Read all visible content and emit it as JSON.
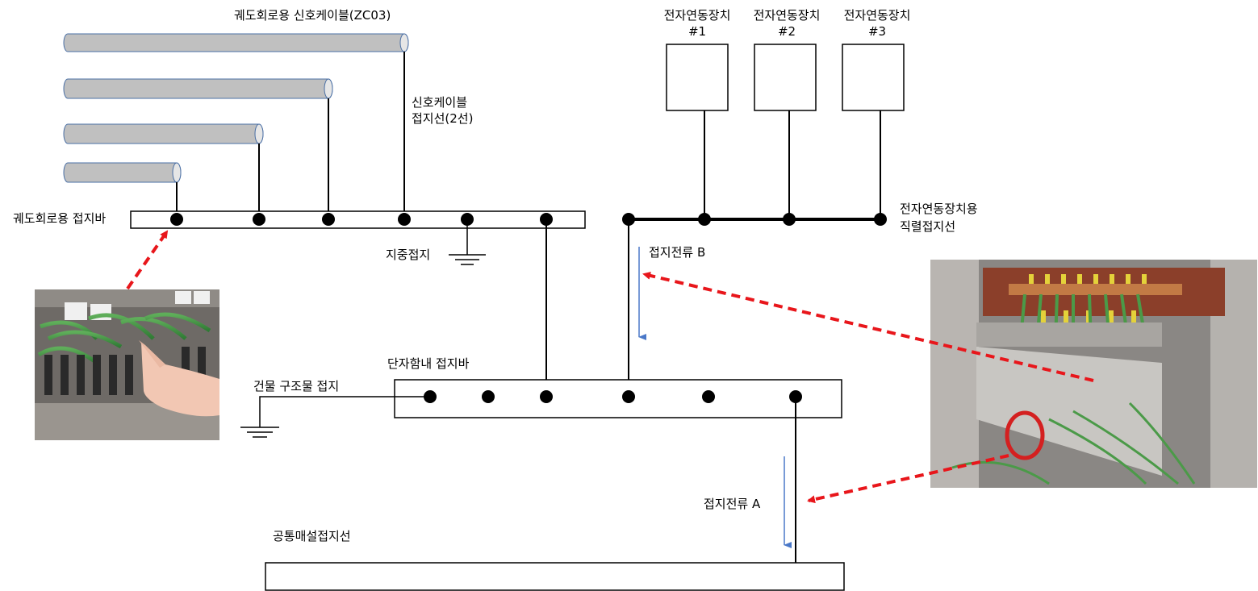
{
  "signal_cable_title": "궤도회로용 신호케이블(ZC03)",
  "signal_ground_wire_line1": "신호케이블",
  "signal_ground_wire_line2": "접지선(2선)",
  "track_ground_bar_label": "궤도회로용 접지바",
  "earth_ground_label": "지중접지",
  "interlocking_units": [
    {
      "line1": "전자연동장치",
      "line2": "#1"
    },
    {
      "line1": "전자연동장치",
      "line2": "#2"
    },
    {
      "line1": "전자연동장치",
      "line2": "#3"
    }
  ],
  "interlocking_ground_line1": "전자연동장치용",
  "interlocking_ground_line2": "직렬접지선",
  "current_b_label": "접지전류 B",
  "terminal_box_bar_label": "단자함내 접지바",
  "building_ground_label": "건물 구조물 접지",
  "current_a_label": "접지전류 A",
  "common_ground_label": "공통매설접지선",
  "colors": {
    "cable_fill": "#c0c0c0",
    "arrow_red": "#e8161b",
    "current_arrow_blue": "#4a78c8",
    "wire": "#000000"
  },
  "photos": [
    {
      "name": "track-ground-bar-photo",
      "icon": "photo-icon"
    },
    {
      "name": "terminal-box-photo",
      "icon": "photo-icon"
    }
  ]
}
